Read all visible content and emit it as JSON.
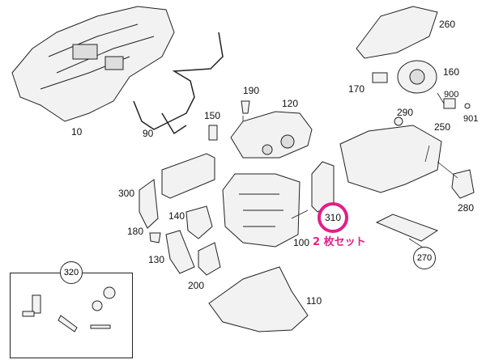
{
  "labels": {
    "p10": "10",
    "p90": "90",
    "p100": "100",
    "p110": "110",
    "p120": "120",
    "p130": "130",
    "p140": "140",
    "p150": "150",
    "p160": "160",
    "p170": "170",
    "p180": "180",
    "p190": "190",
    "p200": "200",
    "p250": "250",
    "p260": "260",
    "p270": "270",
    "p280": "280",
    "p290": "290",
    "p300": "300",
    "p310": "310",
    "p320": "320",
    "p900": "900",
    "p901": "901"
  },
  "note": "2 枚セット",
  "colors": {
    "highlight": "#e0208a",
    "line": "#222222",
    "part_fill": "#f2f2f2"
  }
}
